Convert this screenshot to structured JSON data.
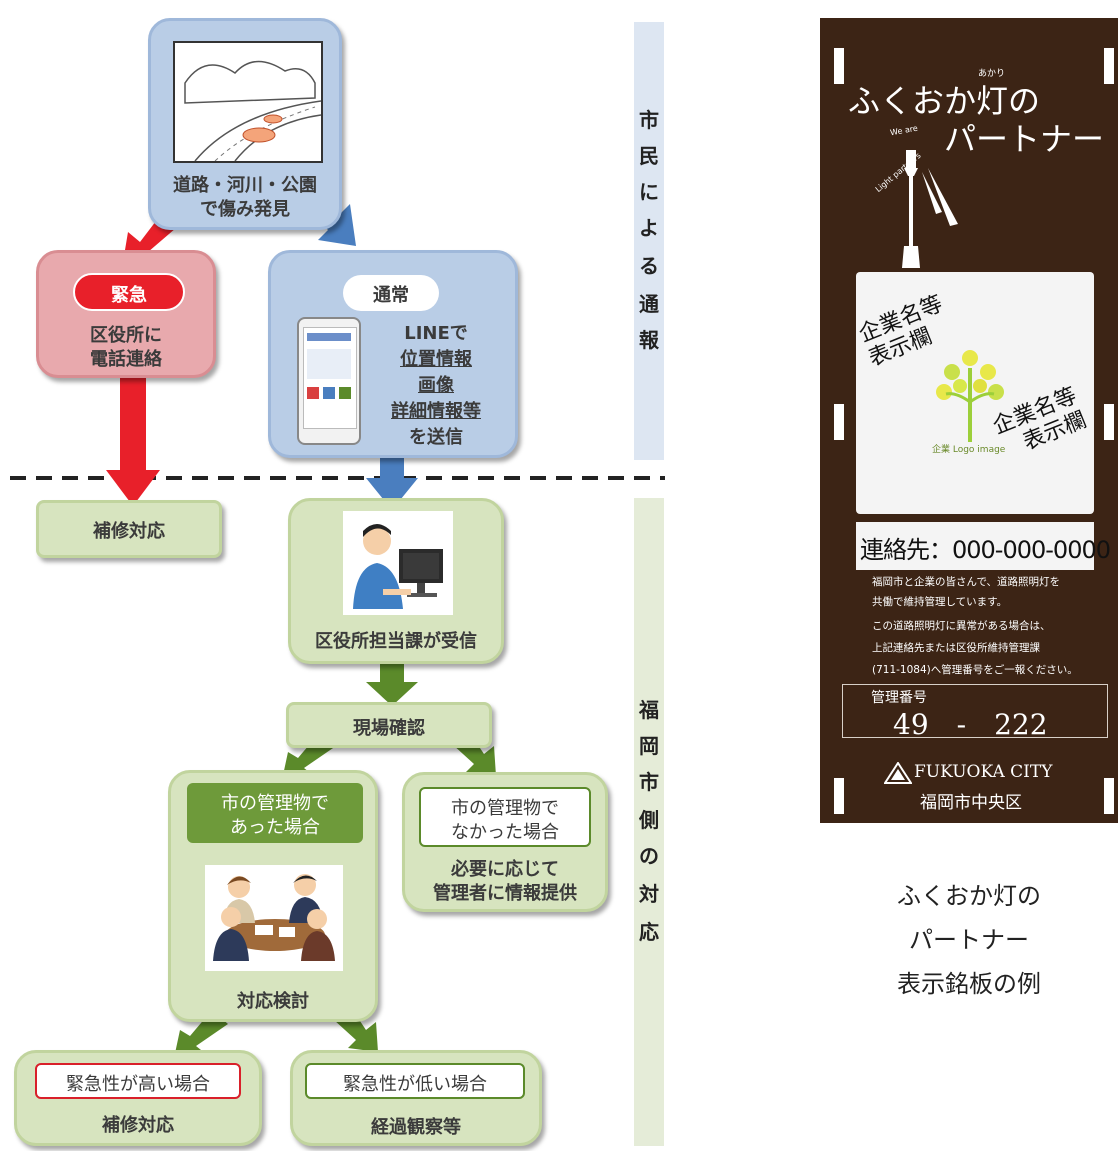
{
  "flow": {
    "discovery": {
      "line1": "道路・河川・公園",
      "line2": "で傷み発見"
    },
    "emergency": {
      "tag": "緊急",
      "line1": "区役所に",
      "line2": "電話連絡"
    },
    "normal": {
      "tag": "通常",
      "line1": "LINEで",
      "line2": "位置情報",
      "line3": "画像",
      "line4": "詳細情報等",
      "line5": "を送信"
    },
    "repair_top": "補修対応",
    "ward_receive": "区役所担当課が受信",
    "site_check": "現場確認",
    "managed": {
      "tag_line1": "市の管理物で",
      "tag_line2": "あった場合",
      "caption": "対応検討"
    },
    "unmanaged": {
      "tag_line1": "市の管理物で",
      "tag_line2": "なかった場合",
      "line1": "必要に応じて",
      "line2": "管理者に情報提供"
    },
    "high": {
      "tag": "緊急性が高い場合",
      "label": "補修対応"
    },
    "low": {
      "tag": "緊急性が低い場合",
      "label": "経過観察等"
    }
  },
  "side_labels": {
    "citizen": [
      "市",
      "民",
      "に",
      "よ",
      "る",
      "通",
      "報"
    ],
    "city": [
      "福",
      "岡",
      "市",
      "側",
      "の",
      "対",
      "応"
    ]
  },
  "plate": {
    "title_line1": "ふくおか灯の",
    "title_line2": "パートナー",
    "ruby": "あかり",
    "we_are": "We are",
    "light_partners": "Light partners",
    "company_label_1": "企業名等\n表示欄",
    "company_label_2": "企業名等\n表示欄",
    "logo_text": "企業 Logo image",
    "contact": "連絡先：000-000-0000",
    "notice": [
      "福岡市と企業の皆さんで、道路照明灯を",
      "共働で維持管理しています。",
      "この道路照明灯に異常がある場合は、",
      "上記連絡先または区役所維持管理課",
      "(711-1084)へ管理番号をご一報ください。"
    ],
    "mgmt_label": "管理番号",
    "mgmt_number": "49　-　222",
    "city_en": "FUKUOKA CITY",
    "ward": "福岡市中央区"
  },
  "caption": {
    "line1": "ふくおか灯の",
    "line2": "パートナー",
    "line3": "表示銘板の例"
  },
  "colors": {
    "blue_box": "#b9cde6",
    "green_box": "#d7e4bf",
    "red_box": "#e8a9ad",
    "arrow_red": "#e8202a",
    "arrow_blue": "#4a7ebf",
    "arrow_green": "#5b8a2a",
    "plate_bg": "#3c2415"
  }
}
